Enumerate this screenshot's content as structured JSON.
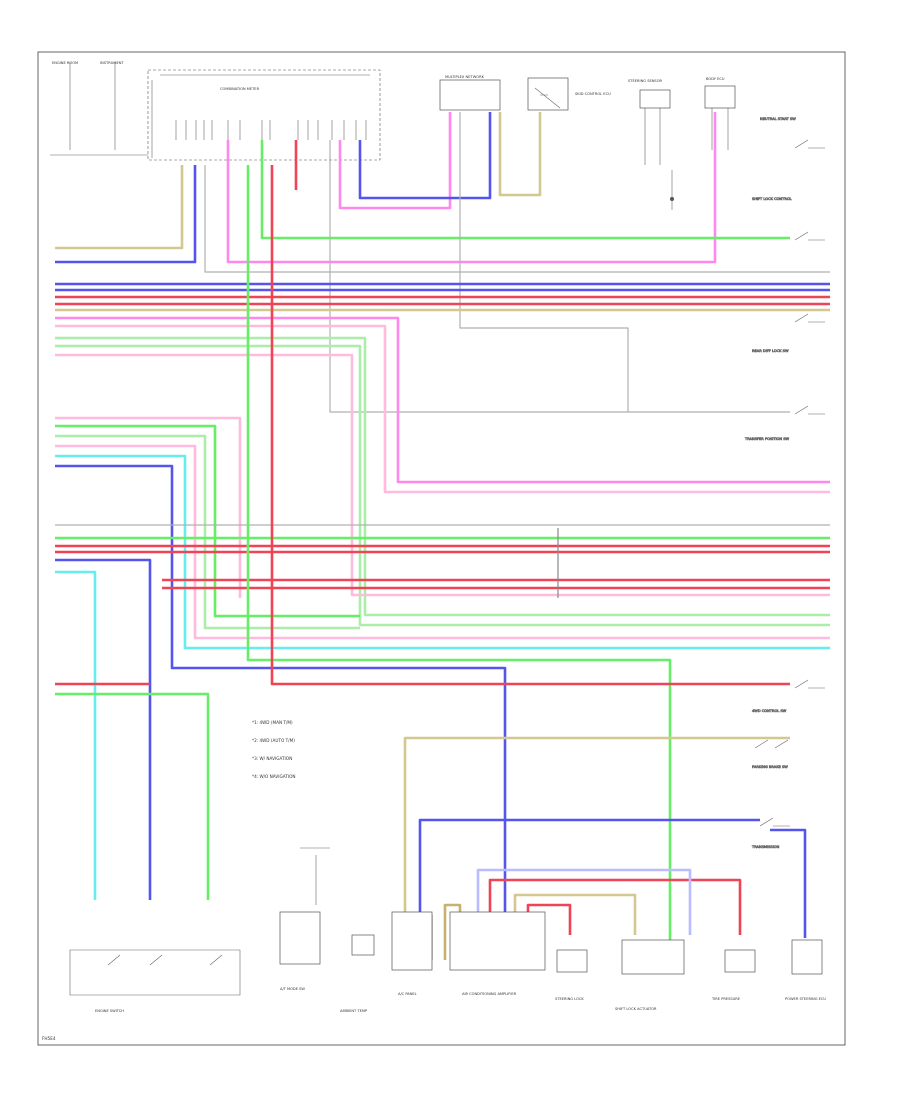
{
  "colors": {
    "yellow": "#d4c890",
    "blue": "#5555ee",
    "red": "#ee4455",
    "pink": "#ff88ee",
    "light_pink": "#ffbbdd",
    "green": "#66ee66",
    "light_green": "#aaeeaa",
    "cyan": "#66eeee",
    "gray": "#b0b0b0",
    "tan": "#c8b070",
    "lavender": "#bbbbff"
  },
  "legend": {
    "items": [
      "*1: 4WD (MAN T/M)",
      "*2: 4WD (AUTO T/M)",
      "*3: W/ NAVIGATION",
      "*4: W/O NAVIGATION"
    ]
  },
  "footer": {
    "code": "FH5E4"
  }
}
